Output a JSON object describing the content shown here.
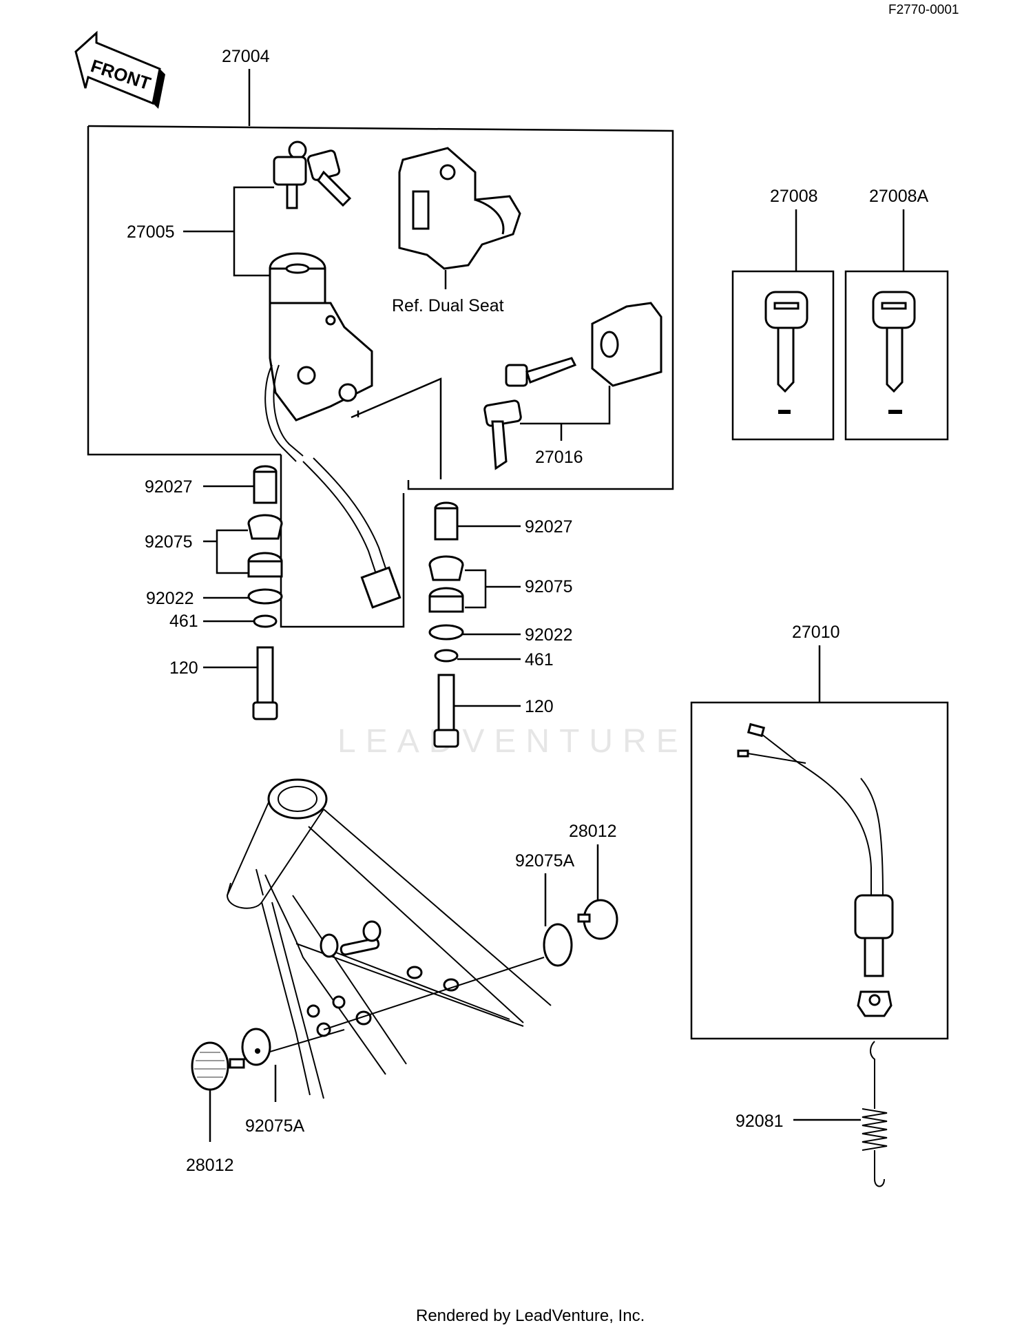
{
  "diagram_code": "F2770-0001",
  "front_arrow_text": "FRONT",
  "watermark": "LEADVENTURE",
  "footer": "Rendered by LeadVenture, Inc.",
  "ref_note": "Ref.  Dual Seat",
  "parts": {
    "p27004": "27004",
    "p27005": "27005",
    "p27016": "27016",
    "p27008": "27008",
    "p27008A": "27008A",
    "p27010": "27010",
    "p92027_left": "92027",
    "p92075_left": "92075",
    "p92022_left": "92022",
    "p461_left": "461",
    "p120_left": "120",
    "p92027_right": "92027",
    "p92075_right": "92075",
    "p92022_right": "92022",
    "p461_right": "461",
    "p120_right": "120",
    "p28012_top": "28012",
    "p92075A_top": "92075A",
    "p92075A_bottom": "92075A",
    "p28012_bottom": "28012",
    "p92081": "92081"
  }
}
